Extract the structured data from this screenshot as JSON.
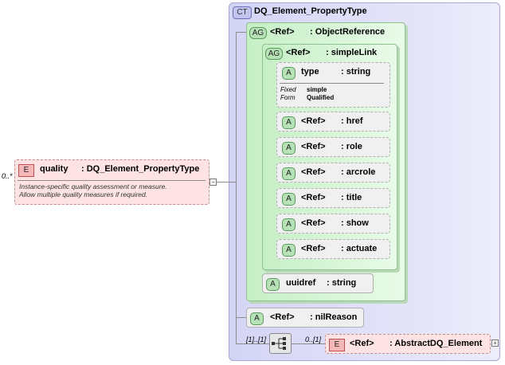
{
  "complex_type": {
    "badge": "CT",
    "name": "DQ_Element_PropertyType"
  },
  "object_reference": {
    "badge": "AG",
    "ref": "<Ref>",
    "name": ": ObjectReference"
  },
  "simple_link": {
    "badge": "AG",
    "ref": "<Ref>",
    "name": ": simpleLink"
  },
  "type_attr": {
    "badge": "A",
    "name": "type",
    "type": ": string",
    "fixed_label": "Fixed",
    "fixed_value": "simple",
    "form_label": "Form",
    "form_value": "Qualified"
  },
  "attributes": [
    {
      "badge": "A",
      "ref": "<Ref>",
      "name": ": href"
    },
    {
      "badge": "A",
      "ref": "<Ref>",
      "name": ": role"
    },
    {
      "badge": "A",
      "ref": "<Ref>",
      "name": ": arcrole"
    },
    {
      "badge": "A",
      "ref": "<Ref>",
      "name": ": title"
    },
    {
      "badge": "A",
      "ref": "<Ref>",
      "name": ": show"
    },
    {
      "badge": "A",
      "ref": "<Ref>",
      "name": ": actuate"
    }
  ],
  "uuidref": {
    "badge": "A",
    "name": "uuidref",
    "type": ": string"
  },
  "nil_reason": {
    "badge": "A",
    "ref": "<Ref>",
    "name": ": nilReason"
  },
  "quality": {
    "badge": "E",
    "multiplicity": "0..*",
    "name": "quality",
    "type": ": DQ_Element_PropertyType",
    "doc_line1": "Instance-specific quality assessment or measure.",
    "doc_line2": "Allow multiple quality measures if required."
  },
  "sequence": {
    "multiplicity": "[1]..[1]"
  },
  "abstract_element": {
    "badge": "E",
    "multiplicity": "0..[1]",
    "ref": "<Ref>",
    "name": ": AbstractDQ_Element"
  },
  "colors": {
    "ct_fill": "#d4d4f5",
    "group_fill": "#c6efc6",
    "attribute_fill": "#f0f0f0",
    "element_fill": "#fde3e3"
  }
}
